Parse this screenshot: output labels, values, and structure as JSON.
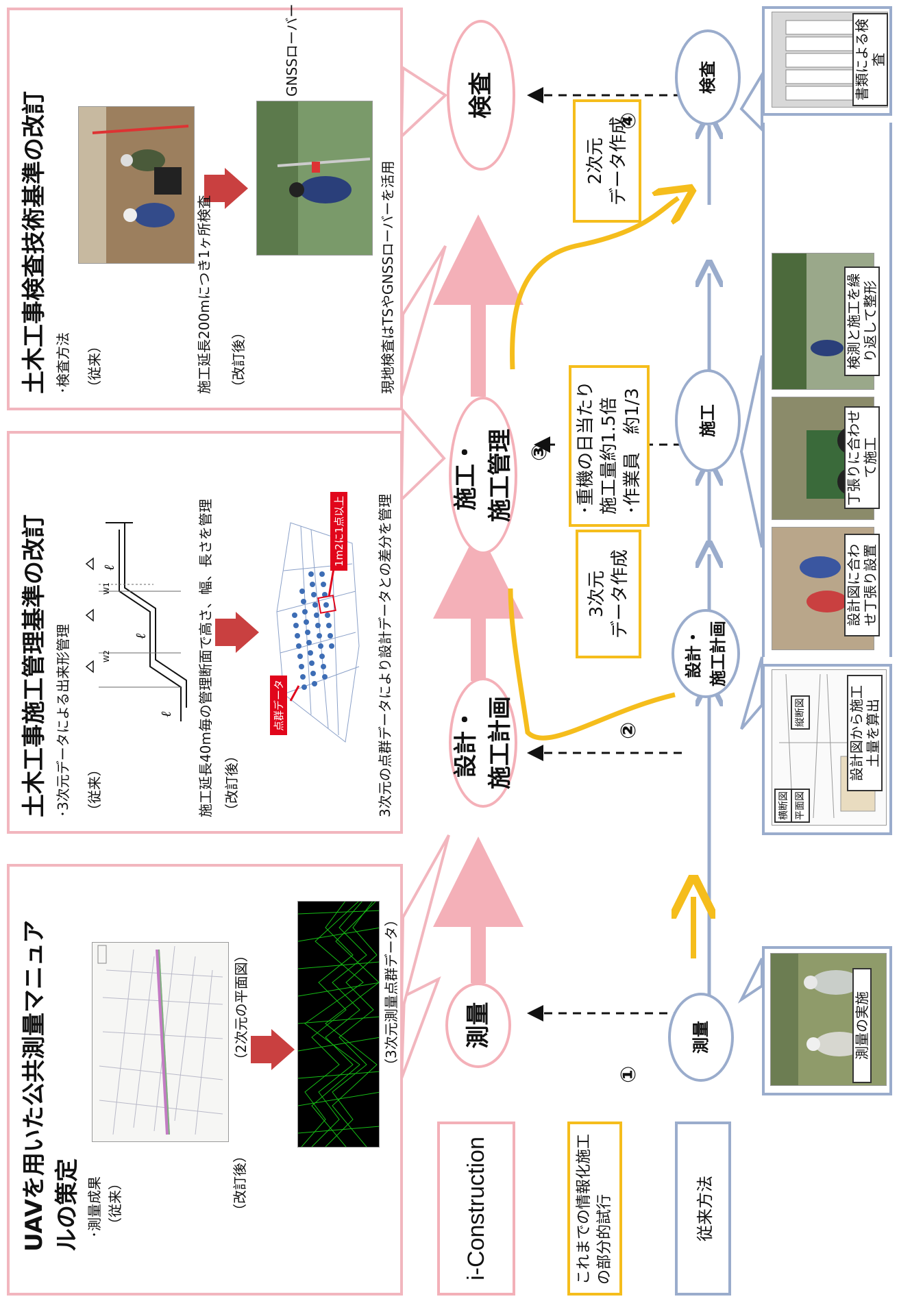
{
  "panel1": {
    "title_line1": "UAVを用いた公共測量マニュア",
    "title_line2": "ルの策定",
    "bullet": "･測量成果",
    "before_label": "（従来）",
    "before_caption": "（2次元の平面図）",
    "after_label": "（改訂後）",
    "after_caption": "（3次元測量点群データ）"
  },
  "panel2": {
    "title": "土木工事施工管理基準の改訂",
    "bullet": "･3次元データによる出来形管理",
    "before_label": "（従来）",
    "before_note": "施工延長40m毎の管理断面で高さ、幅、長さを管理",
    "after_label": "（改訂後）",
    "after_note": "3次元の点群データにより設計データとの差分を管理",
    "tag_points": "点群データ",
    "tag_density": "1m2に1点以上",
    "sym_l": "ℓ",
    "sym_w1": "W1",
    "sym_w2": "W2"
  },
  "panel3": {
    "title": "土木工事検査技術基準の改訂",
    "bullet": "･検査方法",
    "before_label": "（従来）",
    "before_note": "施工延長200mにつき1ヶ所検査",
    "after_label": "（改訂後）",
    "after_note": "現地検査はTSやGNSSローバーを活用",
    "gnss_label": "GNSSローバー"
  },
  "legend": {
    "iconstruction": "i-Construction",
    "partial": "これまでの情報化施工\nの部分的試行",
    "conventional": "従来方法"
  },
  "top_row": {
    "survey": "測量",
    "design": "設計・\n施工計画",
    "construction": "施工・\n施工管理",
    "inspection": "検査"
  },
  "bottom_row": {
    "survey": "測量",
    "design": "設計・\n施工計画",
    "construction": "施工",
    "inspection": "検査"
  },
  "yellow_boxes": {
    "data3d": "3次元\nデータ作成",
    "data2d": "2次元\nデータ作成",
    "effect": "･重機の日当たり\n 施工量約1.5倍\n･作業員　約1/3"
  },
  "numbers": {
    "n1": "①",
    "n2": "②",
    "n3": "③",
    "n4": "④"
  },
  "photo_captions": {
    "survey": "測量の実施",
    "design": "設計図から施工\n土量を算出",
    "c1": "設計図に合わ\nせ丁張り設置",
    "c2": "丁張りに合わせ\nて施工",
    "c3": "検測と施工を繰\nり返して整形",
    "inspection": "書類による検査",
    "plan": "平面図",
    "profile": "縦断図",
    "cross": "横断図"
  },
  "colors": {
    "pink": "#f4b0b8",
    "blue": "#9aaccc",
    "yellow": "#f5bd1c",
    "red_arrow": "#c94040",
    "red_tag": "#e1061b"
  }
}
